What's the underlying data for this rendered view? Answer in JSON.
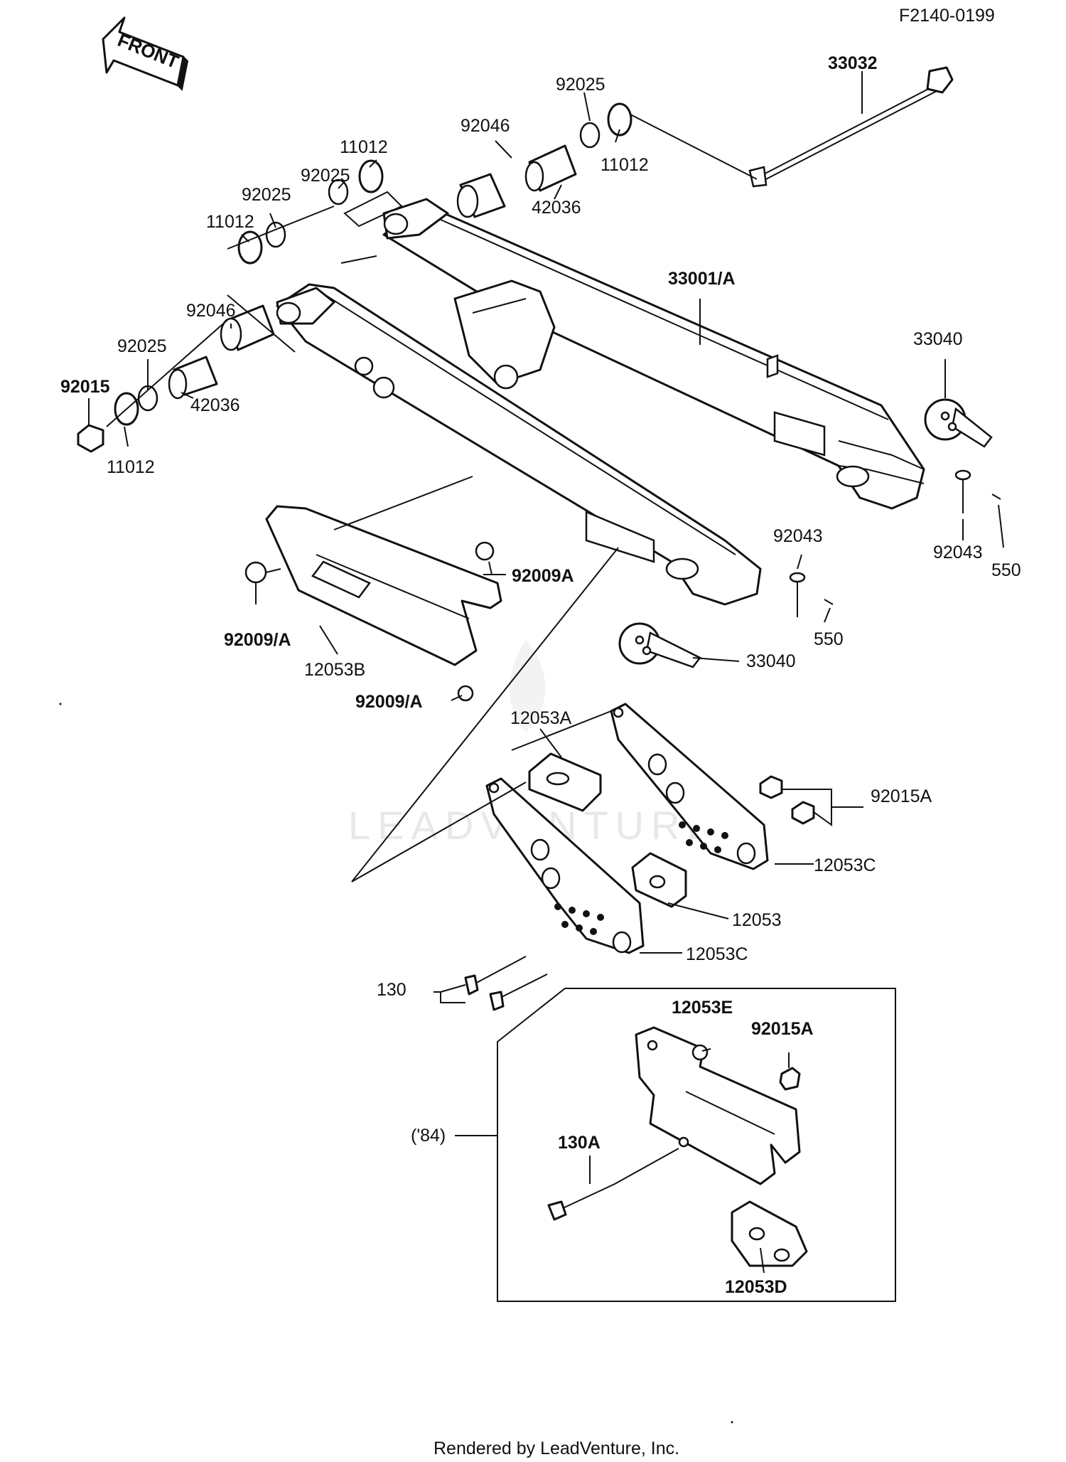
{
  "diagram_code": "F2140-0199",
  "front_label": "FRONT",
  "watermark": "LEADVENTURE",
  "footer": "Rendered by LeadVenture, Inc.",
  "callouts": {
    "c33032": "33032",
    "c92025_top": "92025",
    "c92046_top": "92046",
    "c11012_top_r": "11012",
    "c42036_top": "42036",
    "c11012_a": "11012",
    "c92025_a": "92025",
    "c92025_b": "92025",
    "c11012_b": "11012",
    "c33001A": "33001/A",
    "c92046_left": "92046",
    "c92025_left": "92025",
    "c92015": "92015",
    "c42036_left": "42036",
    "c11012_left": "11012",
    "c33040_r": "33040",
    "c92043_r": "92043",
    "c550_r": "550",
    "c92043_m": "92043",
    "c550_m": "550",
    "c92009A": "92009A",
    "c92009A_l": "92009/A",
    "c12053B": "12053B",
    "c92009A_b": "92009/A",
    "c33040_m": "33040",
    "c12053A": "12053A",
    "c92015A": "92015A",
    "c12053C_u": "12053C",
    "c12053": "12053",
    "c12053C_l": "12053C",
    "c130": "130",
    "c12053E": "12053E",
    "c92015A_b": "92015A",
    "c84": "('84)",
    "c130A": "130A",
    "c12053D": "12053D"
  }
}
